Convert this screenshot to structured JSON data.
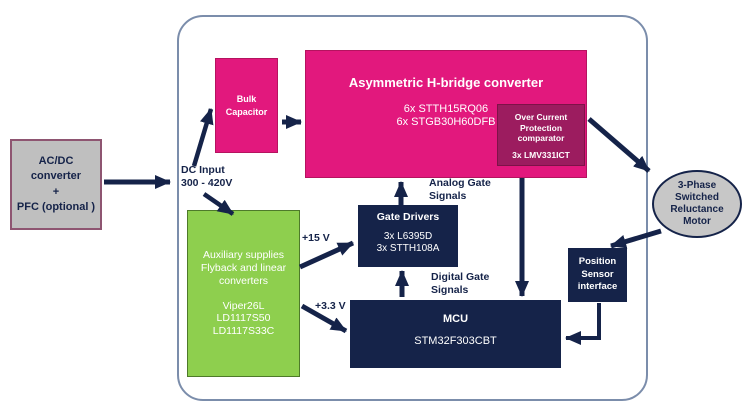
{
  "colors": {
    "magenta": "#E2187D",
    "magenta_border": "#B5135F",
    "maroon": "#9C1C5F",
    "maroon_border": "#7E1248",
    "navy": "#152349",
    "green": "#8ECF4E",
    "green_border": "#4E7A2A",
    "gray": "#BFBFBF",
    "gray_border": "#8E5571",
    "motor_gray": "#C7C7C7",
    "frame_border": "#7B8DAB"
  },
  "blocks": {
    "acdc": {
      "text": "AC/DC\nconverter\n+\nPFC (optional )"
    },
    "bulk_capacitor": {
      "text": "Bulk\nCapacitor"
    },
    "hbridge": {
      "title": "Asymmetric H-bridge converter",
      "parts": "6x STTH15RQ06\n6x STGB30H60DFB"
    },
    "ocp": {
      "title": "Over Current\nProtection\ncomparator",
      "part": "3x LMV331ICT"
    },
    "aux_supplies": {
      "title": "Auxiliary supplies\nFlyback and linear\nconverters",
      "parts": "Viper26L\nLD1117S50\nLD1117S33C"
    },
    "gate_drivers": {
      "title": "Gate Drivers",
      "parts": "3x L6395D\n3x STTH108A"
    },
    "mcu": {
      "title": "MCU",
      "part": "STM32F303CBT"
    },
    "position_sensor": {
      "text": "Position\nSensor\ninterface"
    },
    "motor": {
      "text": "3-Phase\nSwitched\nReluctance\nMotor"
    }
  },
  "labels": {
    "dc_input": "DC Input\n300 - 420V",
    "rail_15v": "+15 V",
    "rail_3v3": "+3.3 V",
    "analog_gate": "Analog Gate\nSignals",
    "digital_gate": "Digital Gate\nSignals"
  }
}
